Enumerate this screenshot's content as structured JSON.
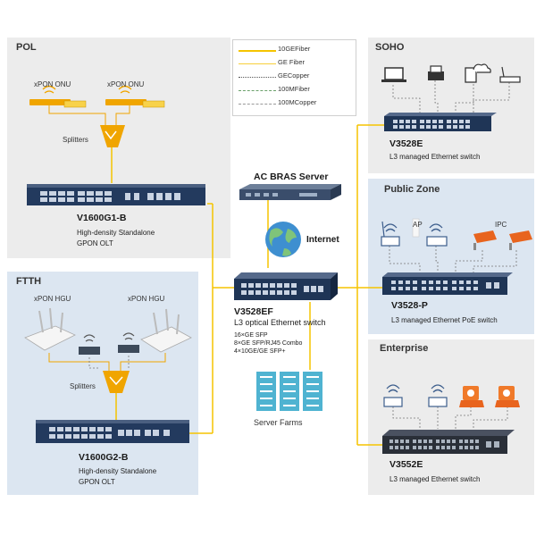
{
  "legend": [
    {
      "label": "10GEFiber",
      "color": "#f5c400",
      "style": "solid",
      "width": 2.5
    },
    {
      "label": "GE Fiber",
      "color": "#f7cf3a",
      "style": "solid",
      "width": 1.2
    },
    {
      "label": "GECopper",
      "color": "#555555",
      "style": "dotted",
      "width": 1
    },
    {
      "label": "100MFiber",
      "color": "#6aa06a",
      "style": "dashed",
      "width": 1
    },
    {
      "label": "100MCopper",
      "color": "#999999",
      "style": "dashed",
      "width": 1
    }
  ],
  "zones": {
    "pol": {
      "title": "POL"
    },
    "ftth": {
      "title": "FTTH"
    },
    "soho": {
      "title": "SOHO"
    },
    "public": {
      "title": "Public Zone"
    },
    "enterprise": {
      "title": "Enterprise"
    }
  },
  "pol": {
    "onu_labels": [
      "xPON ONU",
      "xPON ONU"
    ],
    "splitters": "Splitters",
    "device": "V1600G1-B",
    "desc": [
      "High-density Standalone",
      "GPON OLT"
    ]
  },
  "ftth": {
    "hgu_labels": [
      "xPON HGU",
      "xPON HGU"
    ],
    "splitters": "Splitters",
    "device": "V1600G2-B",
    "desc": [
      "High-density Standalone",
      "GPON OLT"
    ]
  },
  "center": {
    "bras": "AC BRAS Server",
    "internet": "Internet",
    "core_device": "V3528EF",
    "core_desc": "L3 optical Ethernet switch",
    "core_specs": [
      "16×GE SFP",
      "8×GE SFP/RJ45 Combo",
      "4×10GE/GE SFP+"
    ],
    "server_farms": "Server Farms"
  },
  "soho": {
    "device": "V3528E",
    "desc": "L3 managed Ethernet switch"
  },
  "public": {
    "ap": "AP",
    "ipc": "IPC",
    "device": "V3528-P",
    "desc": "L3 managed Ethernet PoE switch"
  },
  "enterprise": {
    "device": "V3552E",
    "desc": "L3 managed Ethernet switch"
  },
  "colors": {
    "zone_gray": "#ececec",
    "zone_blue": "#dce6f1",
    "fiber10g": "#f5c400",
    "switch_navy": "#1f3556",
    "olt_navy": "#233a5e",
    "onu_orange": "#f0a500",
    "ipc_orange": "#e8641e",
    "earth_blue": "#3e8fd0",
    "server_cyan": "#4fb3d1"
  }
}
